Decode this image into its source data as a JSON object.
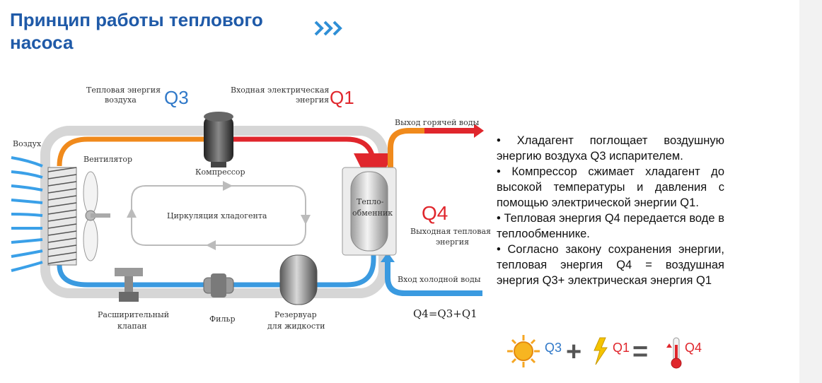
{
  "title": "Принцип работы теплового насоса",
  "diagram": {
    "q3_label_line1": "Тепловая энергия",
    "q3_label_line2": "воздуха",
    "q3": "Q3",
    "q1_label_line1": "Входная электрическая",
    "q1_label_line2": "энергия",
    "q1": "Q1",
    "hot_out": "Выход горячей воды",
    "air": "Воздух",
    "fan": "Вентилятор",
    "compressor": "Компрессор",
    "exchanger_line1": "Тепло-",
    "exchanger_line2": "обменник",
    "circulation": "Циркуляция хладогента",
    "q4": "Q4",
    "q4_label_line1": "Выходная тепловая",
    "q4_label_line2": "энергия",
    "cold_in": "Вход холодной воды",
    "valve_line1": "Расширительный",
    "valve_line2": "клапан",
    "filter": "Фильр",
    "reservoir_line1": "Резервуар",
    "reservoir_line2": "для жидкости",
    "formula": "Q4=Q3+Q1"
  },
  "bullets": [
    "• Хладагент поглощает воздушную энергию воздуха Q3 испарителем.",
    "• Компрессор сжимает хладагент до высокой температуры и давления с помощью электрической энергии Q1.",
    "• Тепловая энергия Q4 передается воде в теплообменнике.",
    "• Согласно закону сохранения энергии, тепловая энергия Q4 = воздушная энергия Q3+ электрическая энергия Q1"
  ],
  "equation": {
    "q3": "Q3",
    "plus": "+",
    "q1": "Q1",
    "equals": "=",
    "q4": "Q4"
  },
  "colors": {
    "title": "#1f5aa8",
    "hot": "#e0262c",
    "warm": "#f08a1c",
    "cold": "#3a9ae0",
    "q_blue": "#2f78c8",
    "q_red": "#e0262c"
  }
}
